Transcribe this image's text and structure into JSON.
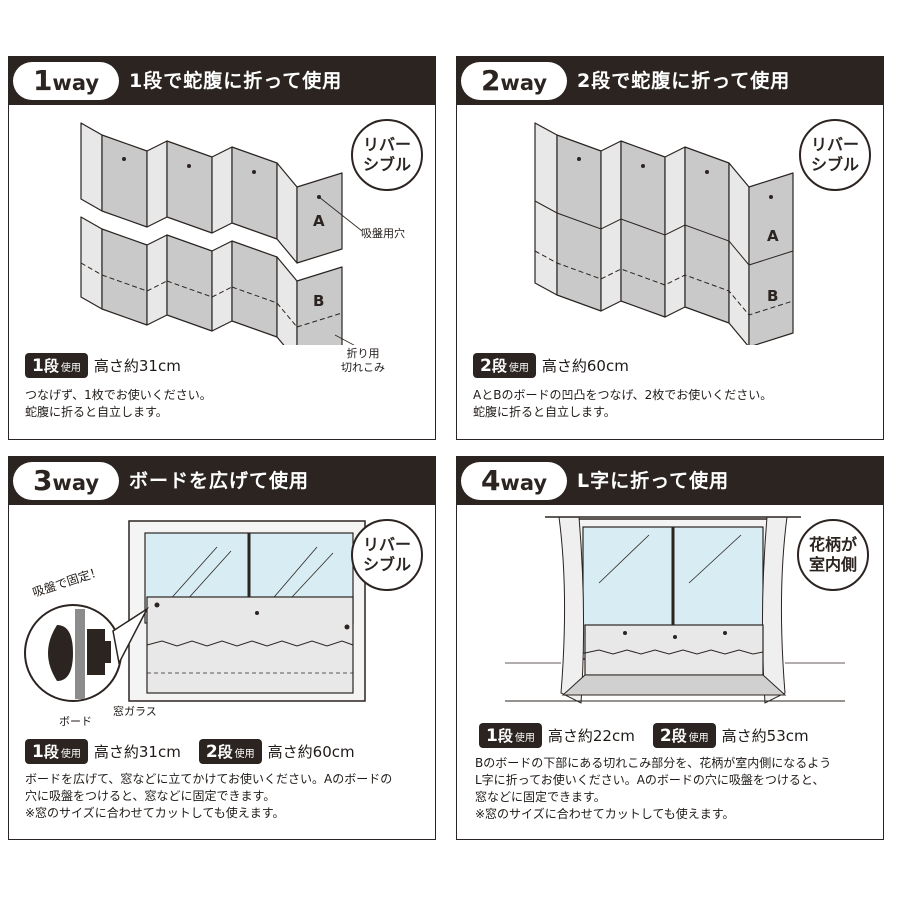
{
  "panels": [
    {
      "num": "1",
      "way": "way",
      "title": "1段で蛇腹に折って使用",
      "badge": [
        "リバー",
        "シブル"
      ],
      "labels": {
        "a": "A",
        "b": "B",
        "suction_hole": "吸盤用穴",
        "fold_cut": [
          "折り用",
          "切れこみ"
        ]
      },
      "specs": [
        {
          "num": "1",
          "dan": "段",
          "use": "使用",
          "height": "高さ約31cm"
        }
      ],
      "desc": [
        "つなげず、1枚でお使いください。",
        "蛇腹に折ると自立します。"
      ]
    },
    {
      "num": "2",
      "way": "way",
      "title": "2段で蛇腹に折って使用",
      "badge": [
        "リバー",
        "シブル"
      ],
      "labels": {
        "a": "A",
        "b": "B"
      },
      "specs": [
        {
          "num": "2",
          "dan": "段",
          "use": "使用",
          "height": "高さ約60cm"
        }
      ],
      "desc": [
        "AとBのボードの凹凸をつなげ、2枚でお使いください。",
        "蛇腹に折ると自立します。"
      ]
    },
    {
      "num": "3",
      "way": "way",
      "title": "ボードを広げて使用",
      "badge": [
        "リバー",
        "シブル"
      ],
      "labels": {
        "fix": "吸盤で固定！",
        "board": "ボード",
        "glass": "窓ガラス"
      },
      "specs": [
        {
          "num": "1",
          "dan": "段",
          "use": "使用",
          "height": "高さ約31cm"
        },
        {
          "num": "2",
          "dan": "段",
          "use": "使用",
          "height": "高さ約60cm"
        }
      ],
      "desc": [
        "ボードを広げて、窓などに立てかけてお使いください。Aのボードの",
        "穴に吸盤をつけると、窓などに固定できます。",
        "※窓のサイズに合わせてカットしても使えます。"
      ]
    },
    {
      "num": "4",
      "way": "way",
      "title": "L字に折って使用",
      "badge": [
        "花柄が",
        "室内側"
      ],
      "specs": [
        {
          "num": "1",
          "dan": "段",
          "use": "使用",
          "height": "高さ約22cm"
        },
        {
          "num": "2",
          "dan": "段",
          "use": "使用",
          "height": "高さ約53cm"
        }
      ],
      "desc": [
        "Bのボードの下部にある切れこみ部分を、花柄が室内側になるよう",
        "L字に折ってお使いください。Aのボードの穴に吸盤をつけると、",
        "窓などに固定できます。",
        "※窓のサイズに合わせてカットしても使えます。"
      ]
    }
  ],
  "colors": {
    "dark": "#2b2421",
    "board_shade": "#c9c9c9",
    "board_light": "#e8e8e8",
    "glass": "#d7ecf3"
  }
}
